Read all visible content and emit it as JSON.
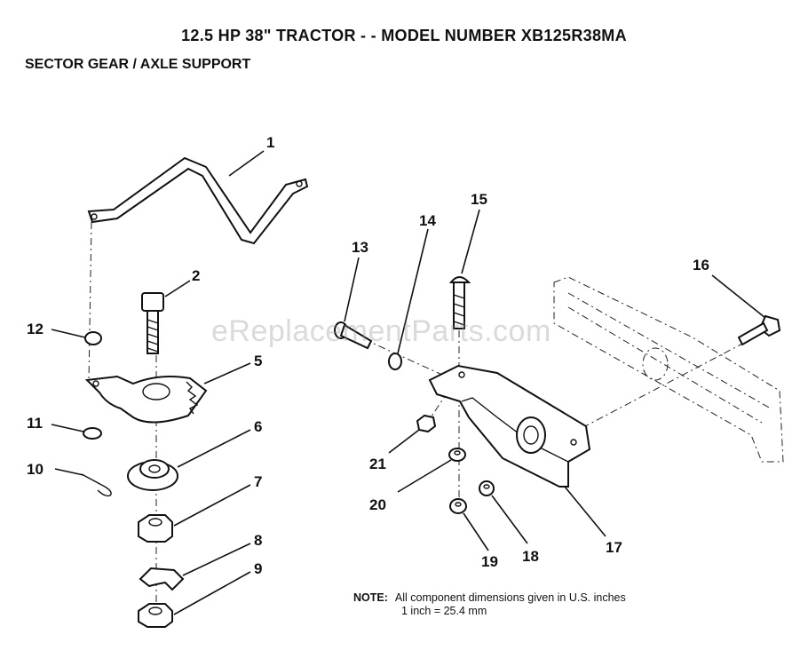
{
  "title": "12.5 HP 38\" TRACTOR - - MODEL NUMBER XB125R38MA",
  "subtitle": "SECTOR GEAR / AXLE SUPPORT",
  "watermark": "eReplacementParts.com",
  "note": {
    "label": "NOTE:",
    "line1": "All component dimensions given in U.S. inches",
    "line2": "1 inch = 25.4 mm"
  },
  "callouts": {
    "c1": "1",
    "c2": "2",
    "c5": "5",
    "c6": "6",
    "c7": "7",
    "c8": "8",
    "c9": "9",
    "c10": "10",
    "c11": "11",
    "c12": "12",
    "c13": "13",
    "c14": "14",
    "c15": "15",
    "c16": "16",
    "c17": "17",
    "c18": "18",
    "c19": "19",
    "c20": "20",
    "c21": "21"
  }
}
